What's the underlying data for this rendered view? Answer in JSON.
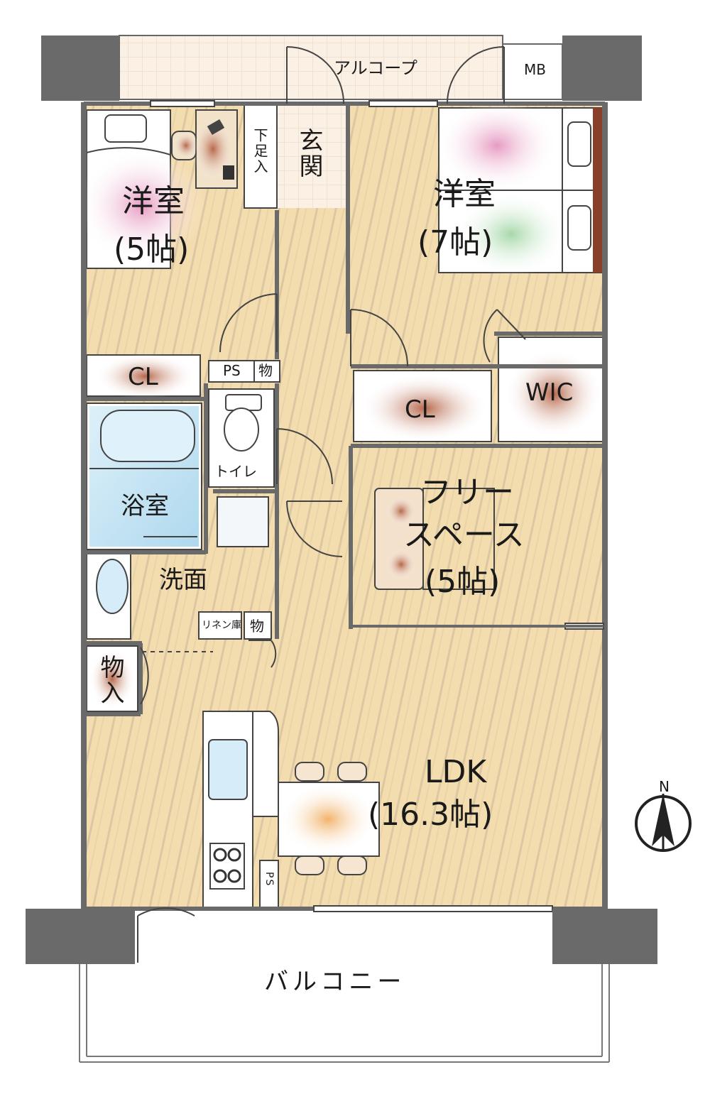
{
  "colors": {
    "wall": "#6a6a6a",
    "floor": "#f3dcae",
    "floor_stripe": "#d9c4a0",
    "tile": "#fbf0e6",
    "balcony": "#ffffff"
  },
  "labels": {
    "alcove": "アルコープ",
    "mb": "MB",
    "entrance": "玄関",
    "shoe_storage": "下足入",
    "room1_name": "洋室",
    "room1_size": "(5帖)",
    "room2_name": "洋室",
    "room2_size": "(7帖)",
    "cl1": "CL",
    "ps1": "PS",
    "mono1": "物",
    "cl2": "CL",
    "wic": "WIC",
    "toilet": "トイレ",
    "bath": "浴室",
    "free_line1": "フリー",
    "free_line2": "スペース",
    "free_size": "(5帖)",
    "washroom": "洗面",
    "linen": "リネン庫",
    "mono2": "物",
    "storage": "物入",
    "ldk_name": "LDK",
    "ldk_size": "(16.3帖)",
    "ps2": "PS",
    "balcony": "バルコニー",
    "north": "N"
  },
  "icons": [
    "compass-north-icon",
    "bed-icon",
    "desk-icon",
    "sofa-icon",
    "dining-set-icon",
    "bathtub-icon",
    "toilet-icon",
    "sink-icon",
    "stove-icon"
  ]
}
